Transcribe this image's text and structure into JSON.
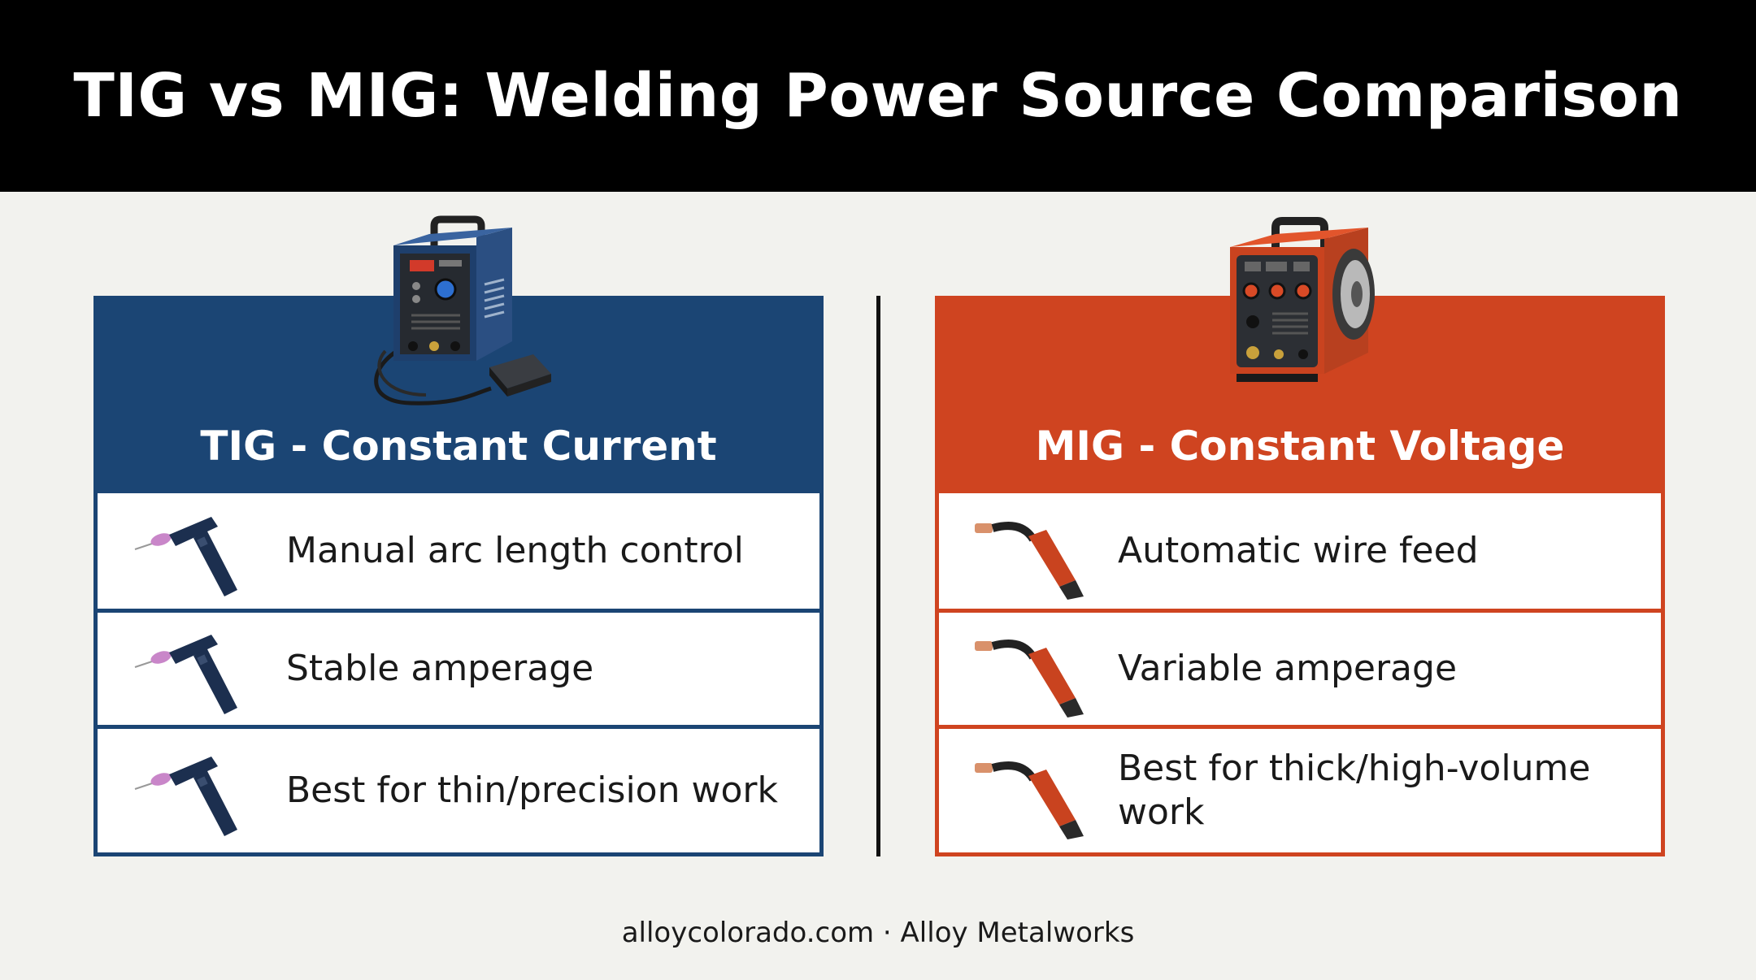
{
  "title": "TIG vs MIG: Welding Power Source Comparison",
  "colors": {
    "tig_accent": "#1b4574",
    "mig_accent": "#cf4420",
    "title_bar": "#000000",
    "background": "#f2f2ee"
  },
  "tig": {
    "title": "TIG - Constant Current",
    "machine_icon": "tig-welder-machine-icon",
    "torch_icon": "tig-torch-icon",
    "items": [
      {
        "label": "Manual arc length control"
      },
      {
        "label": "Stable amperage"
      },
      {
        "label": "Best for thin/precision work"
      }
    ]
  },
  "mig": {
    "title": "MIG - Constant Voltage",
    "machine_icon": "mig-welder-machine-icon",
    "torch_icon": "mig-gun-icon",
    "items": [
      {
        "label": "Automatic wire feed"
      },
      {
        "label": "Variable amperage"
      },
      {
        "label": "Best for thick/high-volume work"
      }
    ]
  },
  "footer": "alloycolorado.com · Alloy Metalworks"
}
